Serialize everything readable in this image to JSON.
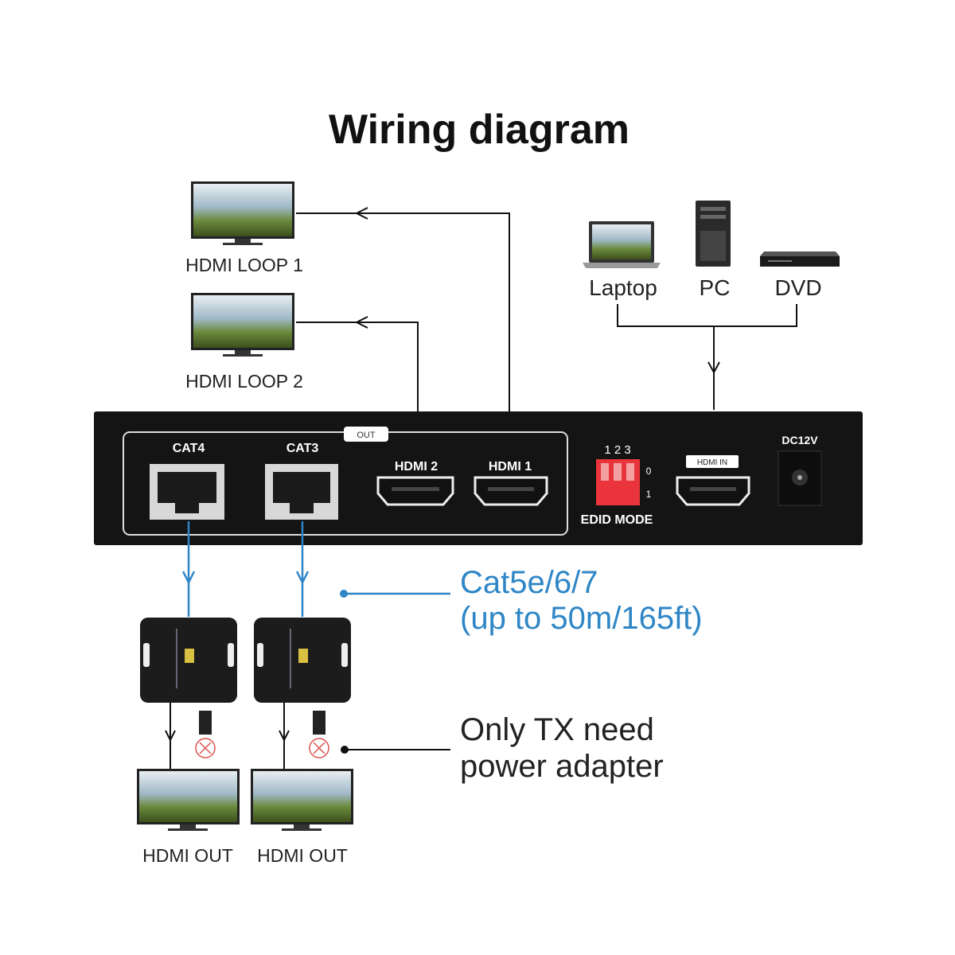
{
  "title": "Wiring diagram",
  "displays": {
    "loop1": "HDMI LOOP 1",
    "loop2": "HDMI LOOP 2",
    "out1": "HDMI OUT",
    "out2": "HDMI OUT"
  },
  "sources": {
    "laptop": "Laptop",
    "pc": "PC",
    "dvd": "DVD"
  },
  "device": {
    "out_label": "OUT",
    "cat4": "CAT4",
    "cat3": "CAT3",
    "hdmi2": "HDMI 2",
    "hdmi1": "HDMI 1",
    "dip_numbers": "1 2 3",
    "dip_0": "0",
    "dip_1": "1",
    "edid_mode": "EDID MODE",
    "hdmi_in": "HDMI IN",
    "dc12v": "DC12V"
  },
  "annotations": {
    "cable_line1": "Cat5e/6/7",
    "cable_line2": "(up to 50m/165ft)",
    "power_line1": "Only TX need",
    "power_line2": "power adapter"
  },
  "colors": {
    "cable_blue": "#2f86c6",
    "device_body": "#141414",
    "dip_red": "#e8343a",
    "no_power_red": "#d9534f"
  }
}
